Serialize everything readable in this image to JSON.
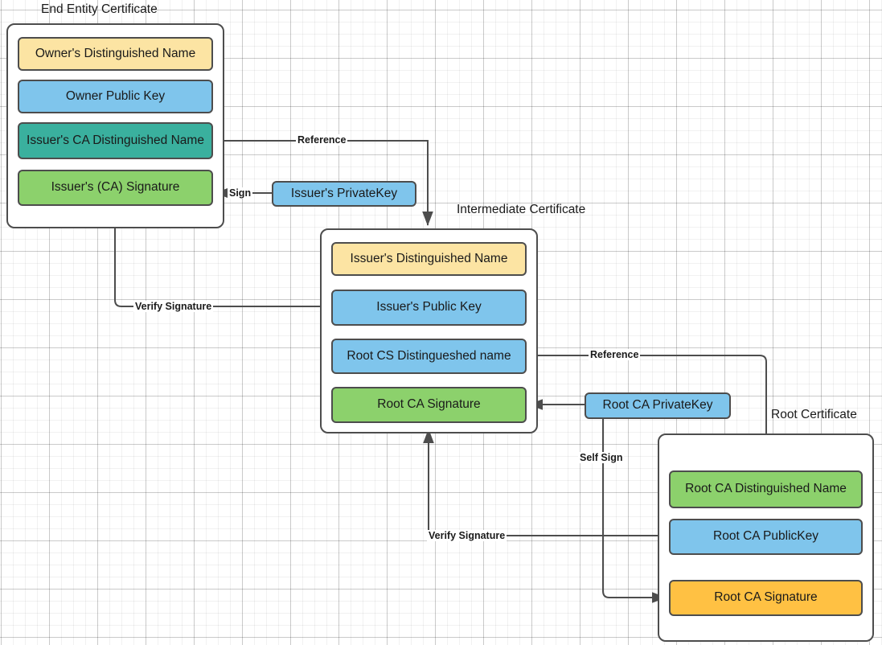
{
  "diagram": {
    "title_hidden": "X.509 Certificate Chain of Trust",
    "sections": [
      {
        "id": "end-entity",
        "label": "End Entity Certificate"
      },
      {
        "id": "intermediate",
        "label": "Intermediate Certificate"
      },
      {
        "id": "root",
        "label": "Root Certificate"
      }
    ],
    "end_entity_fields": [
      {
        "label": "Owner's Distinguished Name",
        "color": "#FCE4A3"
      },
      {
        "label": "Owner Public  Key",
        "color": "#7FC5EC"
      },
      {
        "label": "Issuer's CA Distinguished Name",
        "color": "#3AB09E"
      },
      {
        "label": "Issuer's (CA) Signature",
        "color": "#8CD16C"
      }
    ],
    "intermediate_fields": [
      {
        "label": "Issuer's Distinguished Name",
        "color": "#FCE4A3"
      },
      {
        "label": "Issuer's Public  Key",
        "color": "#7FC5EC"
      },
      {
        "label": "Root CS Distingueshed name",
        "color": "#7FC5EC"
      },
      {
        "label": "Root CA Signature",
        "color": "#8CD16C"
      }
    ],
    "root_fields": [
      {
        "label": "Root CA Distinguished Name",
        "color": "#8CD16C"
      },
      {
        "label": "Root CA PublicKey",
        "color": "#7FC5EC"
      },
      {
        "label": "Root CA Signature",
        "color": "#FFC143"
      }
    ],
    "keys": [
      {
        "id": "issuer-private-key",
        "label": "Issuer's PrivateKey",
        "color": "#7FC5EC"
      },
      {
        "id": "root-ca-private-key",
        "label": "Root CA PrivateKey",
        "color": "#7FC5EC"
      }
    ],
    "edge_labels": [
      {
        "id": "reference-1",
        "label": "Reference"
      },
      {
        "id": "sign-1",
        "label": "Sign"
      },
      {
        "id": "verify-signature-1",
        "label": "Verify Signature"
      },
      {
        "id": "reference-2",
        "label": "Reference"
      },
      {
        "id": "self-sign",
        "label": "Self Sign"
      },
      {
        "id": "verify-signature-2",
        "label": "Verify Signature"
      }
    ],
    "colors": {
      "stroke": "#4D4D4D",
      "yellow": "#FCE4A3",
      "blue": "#7FC5EC",
      "teal": "#3AB09E",
      "green": "#8CD16C",
      "orange": "#FFC143",
      "background": "#FFFFFF",
      "grid": "#E6E6E6"
    }
  }
}
